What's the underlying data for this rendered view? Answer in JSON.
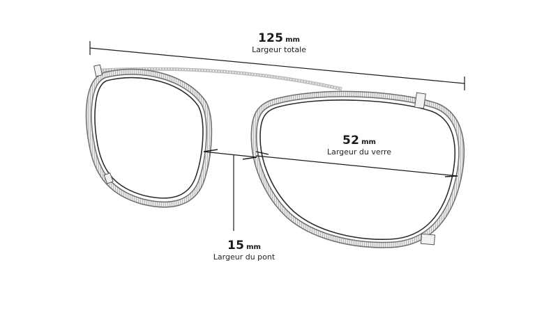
{
  "dimensions": {
    "total_width": {
      "value": "125",
      "unit": "mm",
      "label": "Largeur totale"
    },
    "lens_width": {
      "value": "52",
      "unit": "mm",
      "label": "Largeur du verre"
    },
    "bridge_width": {
      "value": "15",
      "unit": "mm",
      "label": "Largeur du pont"
    }
  },
  "colors": {
    "line": "#1a1a1a",
    "frame_dark": "#2b2b2b",
    "frame_mid": "#8c8c8c",
    "frame_light": "#d9d9d9"
  }
}
